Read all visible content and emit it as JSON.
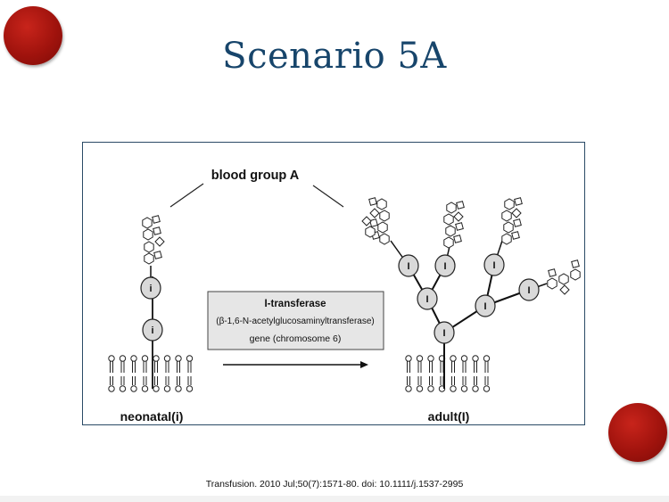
{
  "slide": {
    "title": "Scenario 5A",
    "citation": "Transfusion. 2010 Jul;50(7):1571-80. doi: 10.1111/j.1537-2995"
  },
  "diagram": {
    "top_label": "blood group A",
    "enzyme_box": {
      "name": "I-transferase",
      "enzyme_full": "(β-1,6-N-acetylglucosaminyltransferase)",
      "gene": "gene (chromosome 6)"
    },
    "left_label": "neonatal(i)",
    "right_label": "adult(I)",
    "i_node_letter": "i",
    "I_node_letter": "I"
  },
  "colors": {
    "title": "#17456b",
    "accent_dot": "#a0130d",
    "node_fill": "#d9d9d9",
    "box_fill": "#e6e6e6"
  }
}
